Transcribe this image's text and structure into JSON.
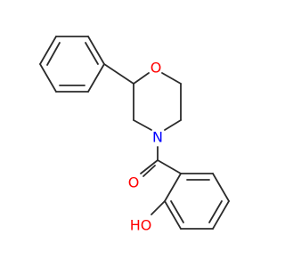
{
  "molecule": {
    "atoms": {
      "ring_oxygen": {
        "label": "O",
        "color": "#ff0000"
      },
      "nitrogen": {
        "label": "N",
        "color": "#0000ff"
      },
      "carbonyl_oxygen": {
        "label": "O",
        "color": "#ff0000"
      },
      "hydroxyl": {
        "label": "HO",
        "color": "#ff0000"
      }
    },
    "bond_color": "#2b2b2b"
  }
}
